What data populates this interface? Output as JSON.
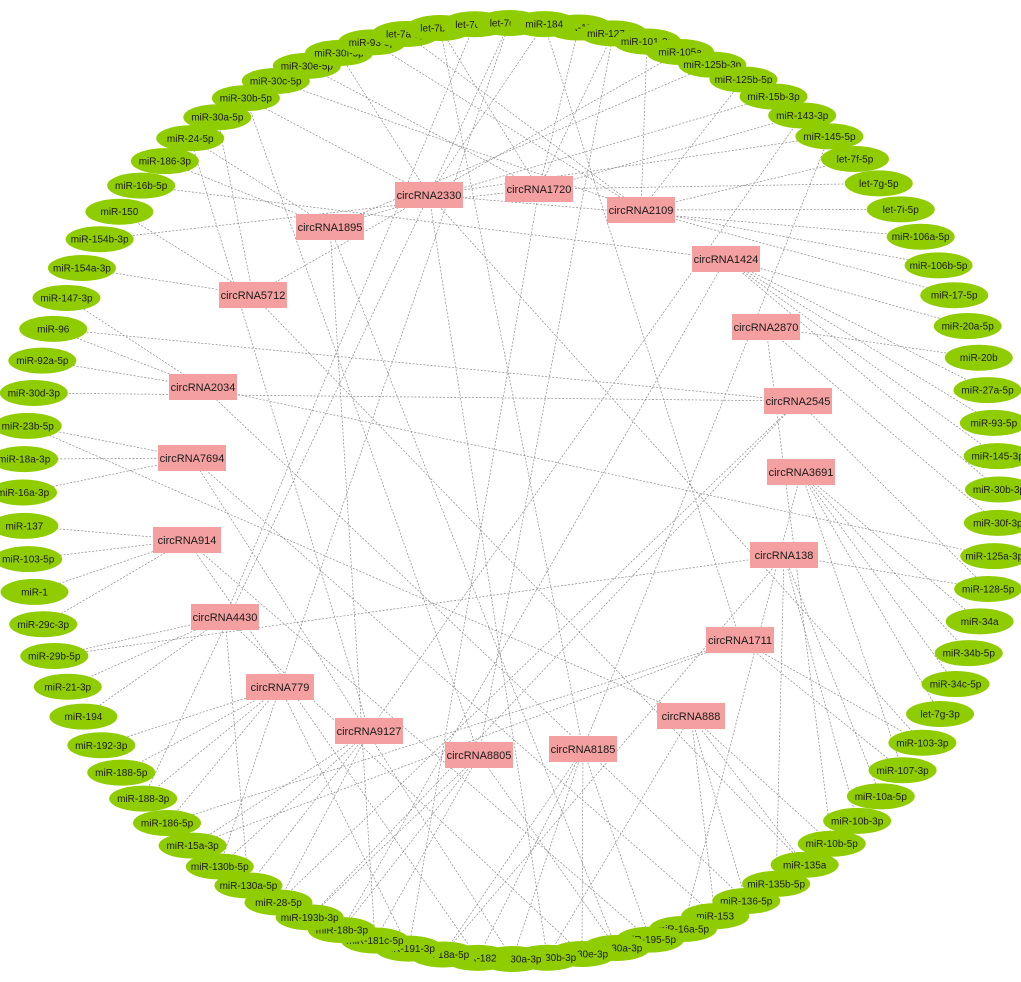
{
  "colors": {
    "mirna_node": "#8fcc00",
    "circrna_node": "#f5a0a0",
    "edge": "#8a8a8a",
    "background": "#ffffff"
  },
  "mirnas": [
    "miR-19a",
    "miR-127-3p",
    "miR-101-3p",
    "miR-105a",
    "miR-125b-3p",
    "miR-125b-5p",
    "miR-15b-3p",
    "miR-143-3p",
    "miR-145-5p",
    "let-7f-5p",
    "let-7g-5p",
    "let-7i-5p",
    "miR-106a-5p",
    "miR-106b-5p",
    "miR-17-5p",
    "miR-20a-5p",
    "miR-20b",
    "miR-27a-5p",
    "miR-93-5p",
    "miR-145-3p",
    "miR-30b-3p",
    "miR-30f-3p",
    "miR-125a-3p",
    "miR-128-5p",
    "miR-34a",
    "miR-34b-5p",
    "miR-34c-5p",
    "let-7g-3p",
    "miR-103-3p",
    "miR-107-3p",
    "miR-10a-5p",
    "miR-10b-3p",
    "miR-10b-5p",
    "miR-135a",
    "miR-135b-5p",
    "miR-136-5p",
    "miR-153",
    "miR-16a-5p",
    "miR-195-5p",
    "miR-30a-3p",
    "miR-30e-3p",
    "miR-130b-3p",
    "miR-130a-3p",
    "miR-182",
    "miR-18a-5p",
    "miR-191-3p",
    "miR-181c-5p",
    "miR-18b-3p",
    "miR-193b-3p",
    "miR-28-5p",
    "miR-130a-5p",
    "miR-130b-5p",
    "miR-15a-3p",
    "miR-186-5p",
    "miR-188-3p",
    "miR-188-5p",
    "miR-192-3p",
    "miR-194",
    "miR-21-3p",
    "miR-29b-5p",
    "miR-29c-3p",
    "miR-1",
    "miR-103-5p",
    "miR-137",
    "miR-16a-3p",
    "miR-18a-3p",
    "miR-23b-5p",
    "miR-30d-3p",
    "miR-92a-5p",
    "miR-96",
    "miR-147-3p",
    "miR-154a-3p",
    "miR-154b-3p",
    "miR-150",
    "miR-16b-5p",
    "miR-186-3p",
    "miR-24-5p",
    "miR-30a-5p",
    "miR-30b-5p",
    "miR-30c-5p",
    "miR-30e-5p",
    "miR-30f-5p",
    "miR-93-3p",
    "let-7a-5p",
    "let-7b-5p",
    "let-7c-5p",
    "let-7e-5p",
    "miR-184"
  ],
  "circrnas": [
    {
      "id": "circRNA2330",
      "label": "circRNA2330"
    },
    {
      "id": "circRNA1720",
      "label": "circRNA1720"
    },
    {
      "id": "circRNA2109",
      "label": "circRNA2109"
    },
    {
      "id": "circRNA1895",
      "label": "circRNA1895"
    },
    {
      "id": "circRNA1424",
      "label": "circRNA1424"
    },
    {
      "id": "circRNA5712",
      "label": "circRNA5712"
    },
    {
      "id": "circRNA2870",
      "label": "circRNA2870"
    },
    {
      "id": "circRNA2034",
      "label": "circRNA2034"
    },
    {
      "id": "circRNA2545",
      "label": "circRNA2545"
    },
    {
      "id": "circRNA7694",
      "label": "circRNA7694"
    },
    {
      "id": "circRNA3691",
      "label": "circRNA3691"
    },
    {
      "id": "circRNA914",
      "label": "circRNA914"
    },
    {
      "id": "circRNA138",
      "label": "circRNA138"
    },
    {
      "id": "circRNA4430",
      "label": "circRNA4430"
    },
    {
      "id": "circRNA1711",
      "label": "circRNA1711"
    },
    {
      "id": "circRNA779",
      "label": "circRNA779"
    },
    {
      "id": "circRNA888",
      "label": "circRNA888"
    },
    {
      "id": "circRNA9127",
      "label": "circRNA9127"
    },
    {
      "id": "circRNA8805",
      "label": "circRNA8805"
    },
    {
      "id": "circRNA8185",
      "label": "circRNA8185"
    }
  ],
  "edges": [
    [
      "circRNA2330",
      "miR-184"
    ],
    [
      "circRNA2330",
      "let-7e-5p"
    ],
    [
      "circRNA2330",
      "miR-30f-5p"
    ],
    [
      "circRNA2330",
      "miR-30b-5p"
    ],
    [
      "circRNA2330",
      "miR-145-5p"
    ],
    [
      "circRNA2330",
      "miR-106a-5p"
    ],
    [
      "circRNA2330",
      "miR-188-3p"
    ],
    [
      "circRNA2330",
      "miR-130b-3p"
    ],
    [
      "circRNA2330",
      "miR-103-3p"
    ],
    [
      "circRNA1720",
      "miR-19a"
    ],
    [
      "circRNA1720",
      "miR-127-3p"
    ],
    [
      "circRNA1720",
      "let-7b-5p"
    ],
    [
      "circRNA1720",
      "miR-30e-5p"
    ],
    [
      "circRNA1720",
      "miR-143-3p"
    ],
    [
      "circRNA1720",
      "let-7g-5p"
    ],
    [
      "circRNA1720",
      "miR-191-3p"
    ],
    [
      "circRNA1720",
      "miR-154b-3p"
    ],
    [
      "circRNA2109",
      "miR-101-3p"
    ],
    [
      "circRNA2109",
      "miR-125b-5p"
    ],
    [
      "circRNA2109",
      "let-7f-5p"
    ],
    [
      "circRNA2109",
      "let-7i-5p"
    ],
    [
      "circRNA2109",
      "miR-106b-5p"
    ],
    [
      "circRNA2109",
      "miR-17-5p"
    ],
    [
      "circRNA2109",
      "let-7a-5p"
    ],
    [
      "circRNA2109",
      "miR-93-3p"
    ],
    [
      "circRNA2109",
      "miR-30c-5p"
    ],
    [
      "circRNA1895",
      "miR-24-5p"
    ],
    [
      "circRNA1895",
      "miR-186-3p"
    ],
    [
      "circRNA1895",
      "miR-15b-3p"
    ],
    [
      "circRNA1895",
      "miR-125b-3p"
    ],
    [
      "circRNA1895",
      "miR-181c-5p"
    ],
    [
      "circRNA1895",
      "miR-30a-3p"
    ],
    [
      "circRNA1424",
      "miR-20a-5p"
    ],
    [
      "circRNA1424",
      "miR-27a-5p"
    ],
    [
      "circRNA1424",
      "miR-93-5p"
    ],
    [
      "circRNA1424",
      "miR-145-3p"
    ],
    [
      "circRNA1424",
      "miR-30b-3p"
    ],
    [
      "circRNA1424",
      "miR-16b-5p"
    ],
    [
      "circRNA1424",
      "miR-18b-3p"
    ],
    [
      "circRNA5712",
      "miR-150"
    ],
    [
      "circRNA5712",
      "miR-154a-3p"
    ],
    [
      "circRNA5712",
      "miR-105a"
    ],
    [
      "circRNA5712",
      "miR-135a"
    ],
    [
      "circRNA5712",
      "miR-30a-5p"
    ],
    [
      "circRNA2870",
      "miR-20b"
    ],
    [
      "circRNA2870",
      "miR-30f-3p"
    ],
    [
      "circRNA2870",
      "miR-10b-5p"
    ],
    [
      "circRNA2034",
      "miR-147-3p"
    ],
    [
      "circRNA2034",
      "miR-96"
    ],
    [
      "circRNA2034",
      "miR-92a-5p"
    ],
    [
      "circRNA2034",
      "miR-125a-3p"
    ],
    [
      "circRNA2034",
      "miR-136-5p"
    ],
    [
      "circRNA2545",
      "miR-30d-3p"
    ],
    [
      "circRNA2545",
      "miR-96"
    ],
    [
      "circRNA2545",
      "miR-128-5p"
    ],
    [
      "circRNA2545",
      "miR-193b-3p"
    ],
    [
      "circRNA2545",
      "miR-28-5p"
    ],
    [
      "circRNA7694",
      "miR-23b-5p"
    ],
    [
      "circRNA7694",
      "miR-18a-3p"
    ],
    [
      "circRNA7694",
      "miR-16a-3p"
    ],
    [
      "circRNA7694",
      "miR-153"
    ],
    [
      "circRNA7694",
      "miR-130a-3p"
    ],
    [
      "circRNA3691",
      "miR-34a"
    ],
    [
      "circRNA3691",
      "miR-34b-5p"
    ],
    [
      "circRNA3691",
      "miR-34c-5p"
    ],
    [
      "circRNA3691",
      "let-7g-3p"
    ],
    [
      "circRNA3691",
      "miR-107-3p"
    ],
    [
      "circRNA3691",
      "miR-16a-5p"
    ],
    [
      "circRNA914",
      "miR-137"
    ],
    [
      "circRNA914",
      "miR-103-5p"
    ],
    [
      "circRNA914",
      "miR-1"
    ],
    [
      "circRNA914",
      "miR-29c-3p"
    ],
    [
      "circRNA914",
      "miR-195-5p"
    ],
    [
      "circRNA914",
      "miR-182"
    ],
    [
      "circRNA138",
      "miR-10a-5p"
    ],
    [
      "circRNA138",
      "miR-10b-3p"
    ],
    [
      "circRNA138",
      "miR-135b-5p"
    ],
    [
      "circRNA138",
      "miR-128-5p"
    ],
    [
      "circRNA138",
      "miR-29b-5p"
    ],
    [
      "circRNA138",
      "miR-18a-5p"
    ],
    [
      "circRNA4430",
      "miR-29b-5p"
    ],
    [
      "circRNA4430",
      "miR-21-3p"
    ],
    [
      "circRNA4430",
      "miR-194"
    ],
    [
      "circRNA4430",
      "miR-30e-3p"
    ],
    [
      "circRNA4430",
      "miR-130a-5p"
    ],
    [
      "circRNA4430",
      "let-7c-5p"
    ],
    [
      "circRNA1711",
      "miR-103-3p"
    ],
    [
      "circRNA1711",
      "miR-107-3p"
    ],
    [
      "circRNA1711",
      "miR-186-5p"
    ],
    [
      "circRNA1711",
      "miR-15a-3p"
    ],
    [
      "circRNA1711",
      "miR-184"
    ],
    [
      "circRNA779",
      "miR-192-3p"
    ],
    [
      "circRNA779",
      "miR-188-5p"
    ],
    [
      "circRNA779",
      "miR-188-3p"
    ],
    [
      "circRNA779",
      "miR-186-5p"
    ],
    [
      "circRNA779",
      "let-7e-5p"
    ],
    [
      "circRNA779",
      "miR-130b-5p"
    ],
    [
      "circRNA779",
      "miR-191-3p"
    ],
    [
      "circRNA888",
      "miR-10b-5p"
    ],
    [
      "circRNA888",
      "miR-135a"
    ],
    [
      "circRNA888",
      "miR-136-5p"
    ],
    [
      "circRNA888",
      "miR-153"
    ],
    [
      "circRNA888",
      "miR-130b-3p"
    ],
    [
      "circRNA888",
      "miR-23b-5p"
    ],
    [
      "circRNA9127",
      "miR-15a-3p"
    ],
    [
      "circRNA9127",
      "miR-130b-5p"
    ],
    [
      "circRNA9127",
      "miR-130a-5p"
    ],
    [
      "circRNA9127",
      "miR-28-5p"
    ],
    [
      "circRNA9127",
      "miR-143-3p"
    ],
    [
      "circRNA9127",
      "miR-24-5p"
    ],
    [
      "circRNA8805",
      "miR-193b-3p"
    ],
    [
      "circRNA8805",
      "miR-18b-3p"
    ],
    [
      "circRNA8805",
      "miR-181c-5p"
    ],
    [
      "circRNA8805",
      "miR-30a-3p"
    ],
    [
      "circRNA8805",
      "miR-127-3p"
    ],
    [
      "circRNA8805",
      "miR-30b-5p"
    ],
    [
      "circRNA8185",
      "miR-195-5p"
    ],
    [
      "circRNA8185",
      "miR-30e-3p"
    ],
    [
      "circRNA8185",
      "miR-130a-3p"
    ],
    [
      "circRNA8185",
      "miR-182"
    ],
    [
      "circRNA8185",
      "miR-18a-5p"
    ],
    [
      "circRNA8185",
      "miR-145-5p"
    ],
    [
      "circRNA8185",
      "let-7b-5p"
    ]
  ]
}
